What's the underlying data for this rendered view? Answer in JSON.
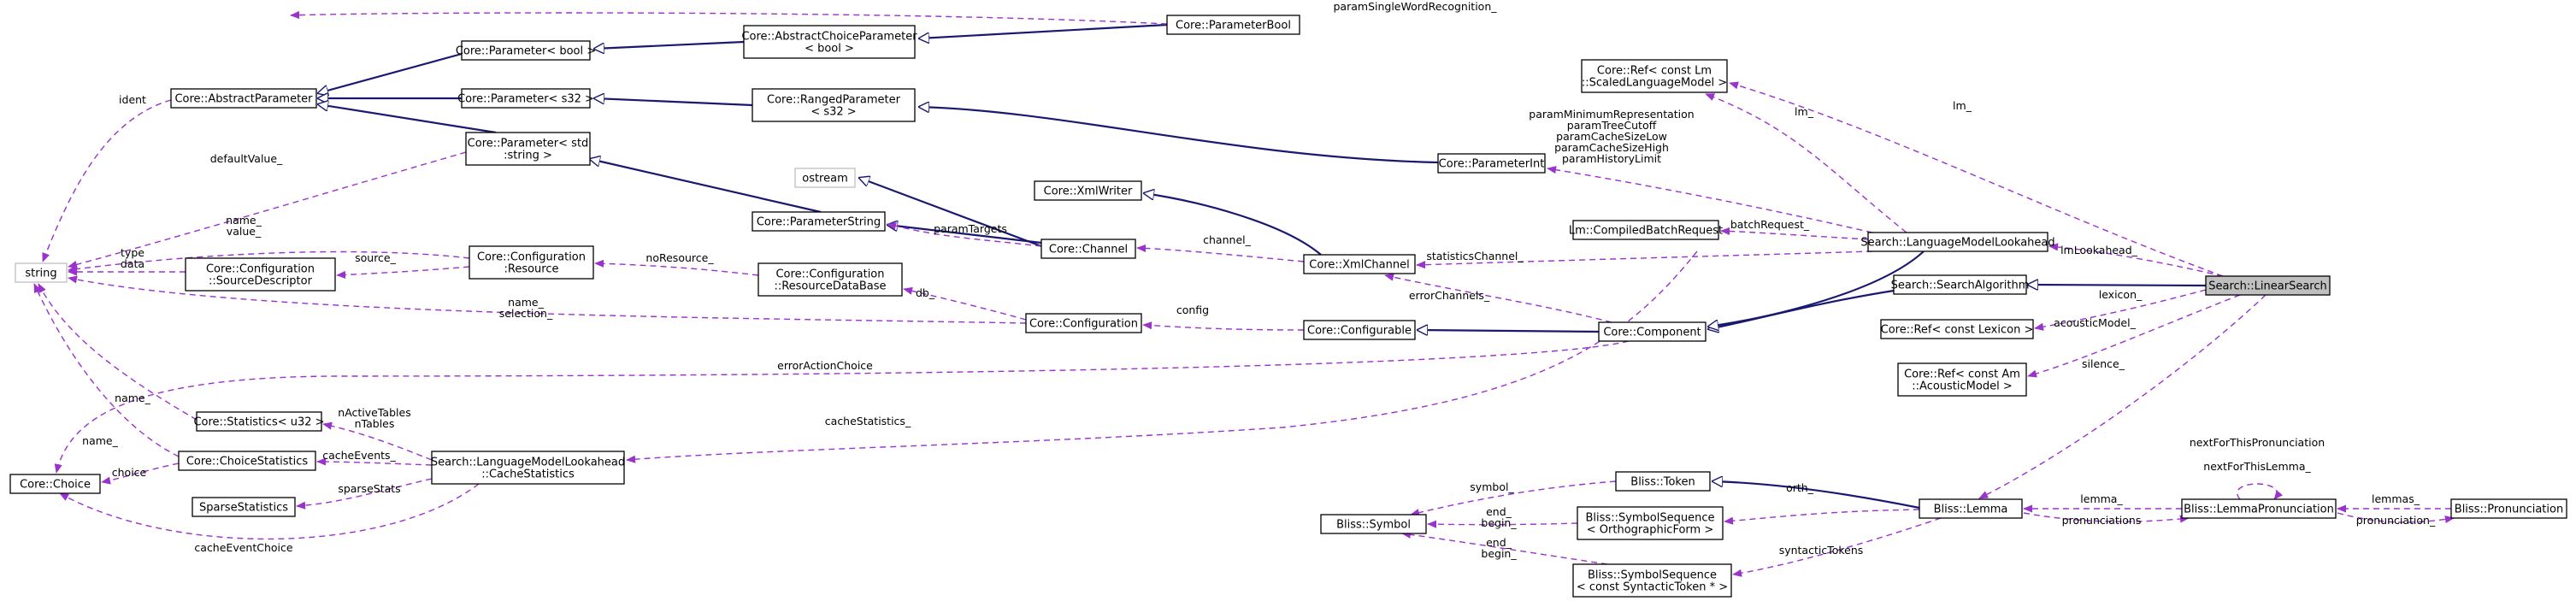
{
  "diagram": {
    "nodes": [
      {
        "id": "parambool",
        "lines": [
          "Core::ParameterBool"
        ]
      },
      {
        "id": "abschoice",
        "lines": [
          "Core::AbstractChoiceParameter",
          "< bool >"
        ]
      },
      {
        "id": "parambooltpl",
        "lines": [
          "Core::Parameter< bool >"
        ]
      },
      {
        "id": "absparam",
        "lines": [
          "Core::AbstractParameter"
        ]
      },
      {
        "id": "params32",
        "lines": [
          "Core::Parameter< s32 >"
        ]
      },
      {
        "id": "rangedparam",
        "lines": [
          "Core::RangedParameter",
          "< s32 >"
        ]
      },
      {
        "id": "paramstring_tpl",
        "lines": [
          "Core::Parameter< std",
          ":string >"
        ]
      },
      {
        "id": "scaledlm",
        "lines": [
          "Core::Ref< const Lm",
          "::ScaledLanguageModel >"
        ]
      },
      {
        "id": "ostream",
        "lines": [
          "ostream"
        ]
      },
      {
        "id": "xmlwriter",
        "lines": [
          "Core::XmlWriter"
        ]
      },
      {
        "id": "paramint",
        "lines": [
          "Core::ParameterInt"
        ]
      },
      {
        "id": "paramstring",
        "lines": [
          "Core::ParameterString"
        ]
      },
      {
        "id": "channel",
        "lines": [
          "Core::Channel"
        ]
      },
      {
        "id": "string",
        "lines": [
          "string"
        ]
      },
      {
        "id": "confres",
        "lines": [
          "Core::Configuration",
          ":Resource"
        ]
      },
      {
        "id": "confresdb",
        "lines": [
          "Core::Configuration",
          "::ResourceDataBase"
        ]
      },
      {
        "id": "srcdesc",
        "lines": [
          "Core::Configuration",
          "::SourceDescriptor"
        ]
      },
      {
        "id": "compbatch",
        "lines": [
          "Lm::CompiledBatchRequest"
        ]
      },
      {
        "id": "xmlchannel",
        "lines": [
          "Core::XmlChannel"
        ]
      },
      {
        "id": "lmlookahead",
        "lines": [
          "Search::LanguageModelLookahead"
        ]
      },
      {
        "id": "searchalgo",
        "lines": [
          "Search::SearchAlgorithm"
        ]
      },
      {
        "id": "linearsearch",
        "lines": [
          "Search::LinearSearch"
        ]
      },
      {
        "id": "configuration",
        "lines": [
          "Core::Configuration"
        ]
      },
      {
        "id": "configurable",
        "lines": [
          "Core::Configurable"
        ]
      },
      {
        "id": "component",
        "lines": [
          "Core::Component"
        ]
      },
      {
        "id": "reflexicon",
        "lines": [
          "Core::Ref< const Lexicon >"
        ]
      },
      {
        "id": "refam",
        "lines": [
          "Core::Ref< const Am",
          "::AcousticModel >"
        ]
      },
      {
        "id": "statsu32",
        "lines": [
          "Core::Statistics< u32 >"
        ]
      },
      {
        "id": "choicestats",
        "lines": [
          "Core::ChoiceStatistics"
        ]
      },
      {
        "id": "cachestats",
        "lines": [
          "Search::LanguageModelLookahead",
          "::CacheStatistics"
        ]
      },
      {
        "id": "sparsestats",
        "lines": [
          "SparseStatistics"
        ]
      },
      {
        "id": "choice",
        "lines": [
          "Core::Choice"
        ]
      },
      {
        "id": "token",
        "lines": [
          "Bliss::Token"
        ]
      },
      {
        "id": "symbol",
        "lines": [
          "Bliss::Symbol"
        ]
      },
      {
        "id": "symseqorth",
        "lines": [
          "Bliss::SymbolSequence",
          "< OrthographicForm >"
        ]
      },
      {
        "id": "symseqsynt",
        "lines": [
          "Bliss::SymbolSequence",
          "< const SyntacticToken * >"
        ]
      },
      {
        "id": "lemma",
        "lines": [
          "Bliss::Lemma"
        ]
      },
      {
        "id": "lemmapron",
        "lines": [
          "Bliss::LemmaPronunciation"
        ]
      },
      {
        "id": "pron",
        "lines": [
          "Bliss::Pronunciation"
        ]
      }
    ],
    "edge_labels": [
      {
        "id": "l_paramSingle",
        "lines": [
          "paramSingleWordRecognition_"
        ]
      },
      {
        "id": "l_lm1",
        "lines": [
          "lm_"
        ]
      },
      {
        "id": "l_lm2",
        "lines": [
          "lm_"
        ]
      },
      {
        "id": "l_ident",
        "lines": [
          "ident"
        ]
      },
      {
        "id": "l_default",
        "lines": [
          "defaultValue_"
        ]
      },
      {
        "id": "l_paramMin",
        "lines": [
          "paramMinimumRepresentation",
          "paramTreeCutoff",
          "paramCacheSizeLow",
          "paramCacheSizeHigh",
          "paramHistoryLimit"
        ]
      },
      {
        "id": "l_name_value",
        "lines": [
          "name_",
          "value_"
        ]
      },
      {
        "id": "l_paramTargets",
        "lines": [
          "paramTargets"
        ]
      },
      {
        "id": "l_batch",
        "lines": [
          "batchRequest_"
        ]
      },
      {
        "id": "l_lmLookahead",
        "lines": [
          "lmLookahead_"
        ]
      },
      {
        "id": "l_type_data",
        "lines": [
          "type",
          "data"
        ]
      },
      {
        "id": "l_source",
        "lines": [
          "source_"
        ]
      },
      {
        "id": "l_noResource",
        "lines": [
          "noResource_"
        ]
      },
      {
        "id": "l_channel",
        "lines": [
          "channel_"
        ]
      },
      {
        "id": "l_statsChannel",
        "lines": [
          "statisticsChannel_"
        ]
      },
      {
        "id": "l_errorChannels",
        "lines": [
          "errorChannels_"
        ]
      },
      {
        "id": "l_lexicon",
        "lines": [
          "lexicon_"
        ]
      },
      {
        "id": "l_db",
        "lines": [
          "db_"
        ]
      },
      {
        "id": "l_name_sel",
        "lines": [
          "name_",
          "selection_"
        ]
      },
      {
        "id": "l_config",
        "lines": [
          "config"
        ]
      },
      {
        "id": "l_acoustic",
        "lines": [
          "acousticModel_"
        ]
      },
      {
        "id": "l_errorAction",
        "lines": [
          "errorActionChoice"
        ]
      },
      {
        "id": "l_name3",
        "lines": [
          "name_"
        ]
      },
      {
        "id": "l_name4",
        "lines": [
          "name_"
        ]
      },
      {
        "id": "l_silence",
        "lines": [
          "silence_"
        ]
      },
      {
        "id": "l_nActive",
        "lines": [
          "nActiveTables",
          "nTables"
        ]
      },
      {
        "id": "l_cacheStatistics",
        "lines": [
          "cacheStatistics_"
        ]
      },
      {
        "id": "l_choice",
        "lines": [
          "choice"
        ]
      },
      {
        "id": "l_cacheEvents",
        "lines": [
          "cacheEvents_"
        ]
      },
      {
        "id": "l_sparseStats",
        "lines": [
          "sparseStats"
        ]
      },
      {
        "id": "l_cacheEventChoice",
        "lines": [
          "cacheEventChoice"
        ]
      },
      {
        "id": "l_nextPron",
        "lines": [
          "nextForThisPronunciation"
        ]
      },
      {
        "id": "l_nextLemma",
        "lines": [
          "nextForThisLemma_"
        ]
      },
      {
        "id": "l_symbol",
        "lines": [
          "symbol_"
        ]
      },
      {
        "id": "l_orth",
        "lines": [
          "orth_"
        ]
      },
      {
        "id": "l_end_begin1",
        "lines": [
          "end_",
          "begin_"
        ]
      },
      {
        "id": "l_lemma",
        "lines": [
          "lemma_"
        ]
      },
      {
        "id": "l_lemmas",
        "lines": [
          "lemmas_"
        ]
      },
      {
        "id": "l_pronunciations",
        "lines": [
          "pronunciations"
        ]
      },
      {
        "id": "l_pronunciation",
        "lines": [
          "pronunciation_"
        ]
      },
      {
        "id": "l_end_begin2",
        "lines": [
          "end_",
          "begin_"
        ]
      },
      {
        "id": "l_syntactic",
        "lines": [
          "syntacticTokens"
        ]
      }
    ],
    "colors": {
      "inheritance": "#191970",
      "usage": "#9a32cd",
      "focus_fill": "#bfbfbf",
      "external_border": "#bfbfbf"
    }
  }
}
